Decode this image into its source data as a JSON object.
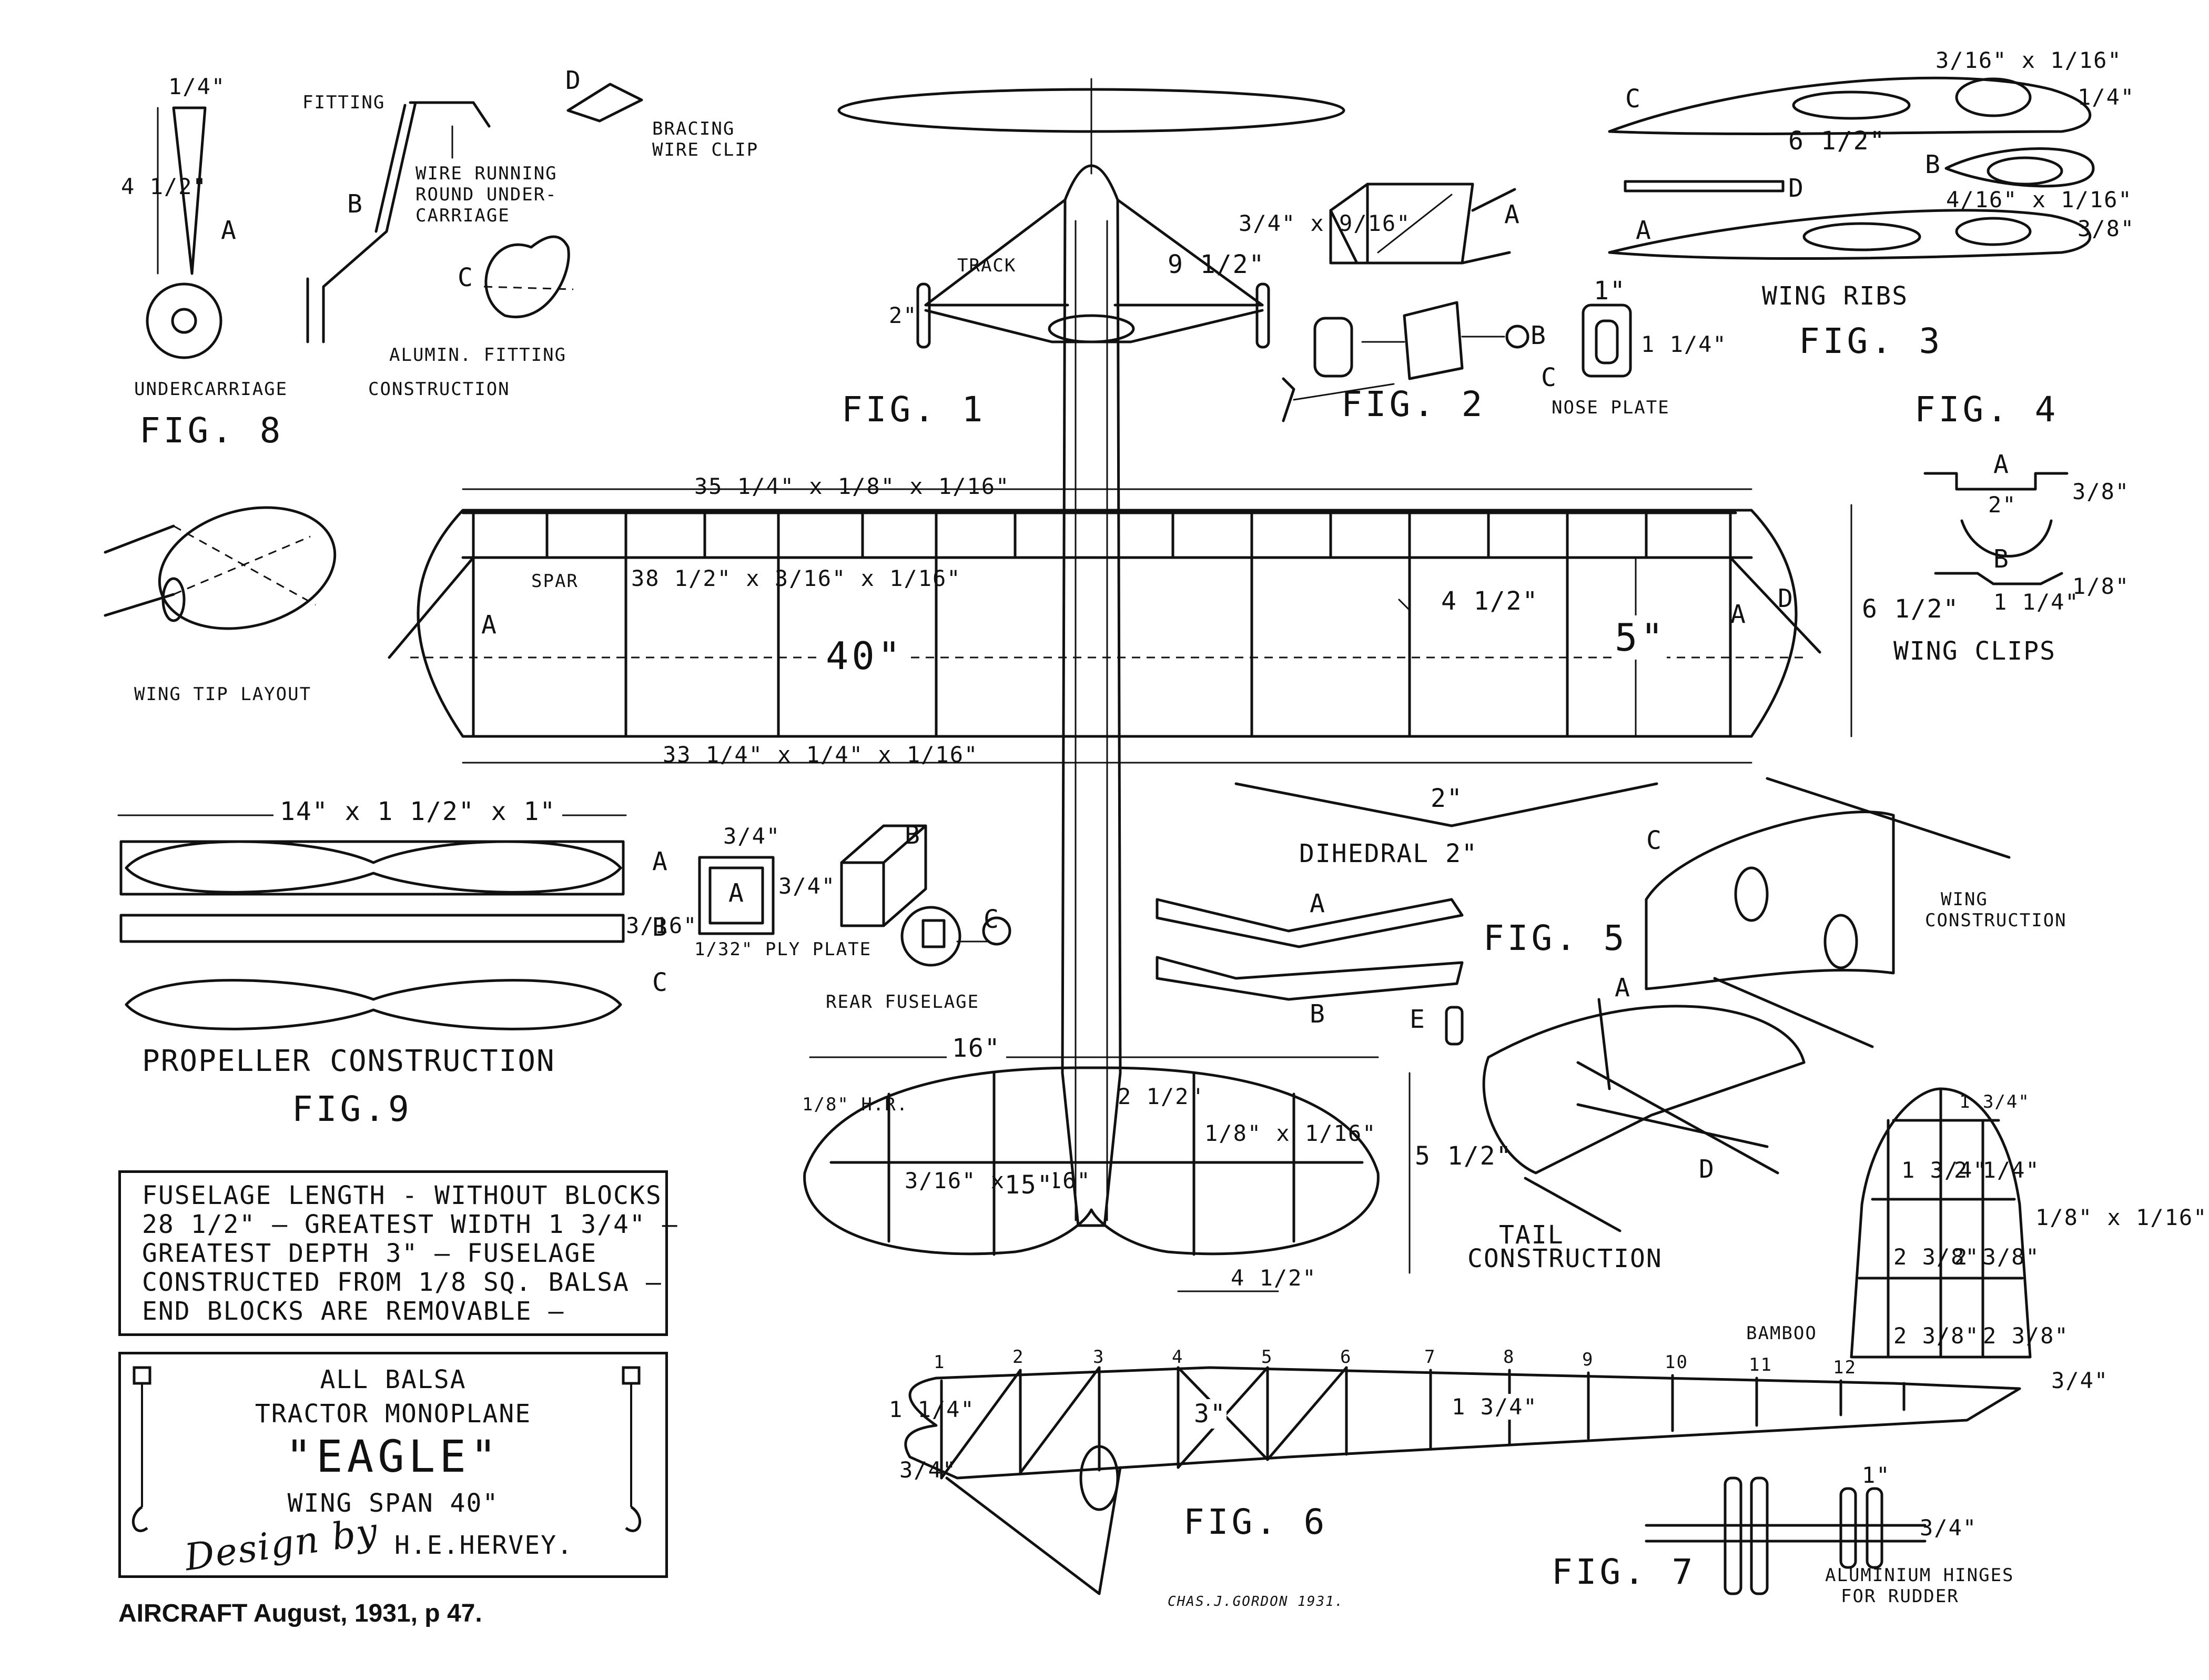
{
  "figures": {
    "fig1": "FIG. 1",
    "fig2": "FIG. 2",
    "fig3": "FIG. 3",
    "fig4": "FIG. 4",
    "fig5": "FIG. 5",
    "fig6": "FIG. 6",
    "fig7": "FIG. 7",
    "fig8": "FIG. 8",
    "fig9": "FIG.9"
  },
  "undercarriage": {
    "caption": "UNDERCARRIAGE",
    "construction": "CONSTRUCTION",
    "fitting": "FITTING",
    "wire_note_1": "WIRE RUNNING",
    "wire_note_2": "ROUND UNDER-",
    "wire_note_3": "CARRIAGE",
    "alum_fitting": "ALUMIN. FITTING",
    "bracing_1": "BRACING",
    "bracing_2": "WIRE CLIP",
    "dim_top": "1/4\"",
    "dim_side": "4 1/2\"",
    "label_a": "A",
    "label_b": "B",
    "label_c": "C",
    "label_d": "D"
  },
  "fig1": {
    "track": "TRACK",
    "track_dim": "9 1/2\"",
    "wheel_dim": "2\"",
    "top_dim": "35 1/4\" x 1/8\" x 1/16\"",
    "spar": "SPAR",
    "spar_dim": "38 1/2\" x 3/16\" x 1/16\"",
    "span": "40\"",
    "bottom_dim": "33 1/4\" x 1/4\" x 1/16\"",
    "chord_dim": "4 1/2\"",
    "chord": "5\"",
    "width_dim": "6 1/2\"",
    "wing_a_left": "A",
    "wing_a_right": "A",
    "wing_d": "D",
    "tail_span": "16\"",
    "tail_le": "1/8\" H.R.",
    "tail_center": "2 1/2\"",
    "tail_spar": "1/8\" x 1/16\"",
    "tail_rib": "3/16\" x 1/16\"",
    "tail_inner": "15\"",
    "tail_chord": "5 1/2\"",
    "tail_root": "4 1/2\""
  },
  "fig2": {
    "dim": "3/4\" x 9/16\"",
    "label_a": "A",
    "label_b": "B",
    "label_c": "C",
    "nose_plate": "NOSE PLATE",
    "nose_w": "1\"",
    "nose_h": "1 1/4\""
  },
  "fig3": {
    "caption": "WING RIBS",
    "top_dim": "3/16\" x 1/16\"",
    "length": "6 1/2\"",
    "bot_dim": "4/16\" x 1/16\"",
    "label_a": "A",
    "label_b": "B",
    "label_c": "C",
    "label_d": "D",
    "thick_1": "1/4\"",
    "thick_2": "3/8\""
  },
  "fig4": {
    "caption": "WING CLIPS",
    "label_a": "A",
    "label_b": "B",
    "dim_2": "2\"",
    "dim_a": "3/8\"",
    "dim_b": "1 1/4\"",
    "dim_c": "1/8\""
  },
  "wingtip": {
    "caption": "WING TIP LAYOUT"
  },
  "fig5": {
    "dihedral": "DIHEDRAL 2\"",
    "dihedral_dim": "2\"",
    "wing_construction_1": "WING",
    "wing_construction_2": "CONSTRUCTION",
    "tail_construction_1": "TAIL",
    "tail_construction_2": "CONSTRUCTION",
    "label_a": "A",
    "label_b": "B",
    "label_c": "C",
    "label_d": "D",
    "label_e": "E"
  },
  "rear_fuselage": {
    "caption": "REAR FUSELAGE",
    "plate": "1/32\" PLY PLATE",
    "dim_w": "3/4\"",
    "dim_h": "3/4\"",
    "label_a": "A",
    "label_b": "B",
    "label_c": "C"
  },
  "fig9": {
    "dim": "14\" x 1 1/2\" x 1\"",
    "caption": "PROPELLER CONSTRUCTION",
    "thick": "3/16\"",
    "label_a": "A",
    "label_b": "B",
    "label_c": "C"
  },
  "fig6": {
    "stations": [
      "1",
      "2",
      "3",
      "4",
      "5",
      "6",
      "7",
      "8",
      "9",
      "10",
      "11",
      "12"
    ],
    "nose_dim": "1 1/4\"",
    "depth": "3\"",
    "mid": "1 3/4\"",
    "tail_end": "3/4\"",
    "low_dim": "3/4\"",
    "signature": "CHAS.J.GORDON 1931."
  },
  "fig7": {
    "caption": "ALUMINIUM HINGES",
    "caption2": "FOR RUDDER",
    "bamboo": "BAMBOO",
    "cells": [
      "1 3/4\"",
      "1 3/4\"",
      "2 1/4\"",
      "2 3/8\"",
      "2 3/8\"",
      "2 3/8\"",
      "2 3/8\""
    ],
    "top": "1 3/4\"",
    "spar": "1/8\" x 1/16\"",
    "hinge_w": "1\"",
    "hinge_h": "3/4\""
  },
  "notes": [
    "FUSELAGE LENGTH - WITHOUT BLOCKS",
    "28 1/2\" — GREATEST WIDTH 1 3/4\" —",
    "GREATEST DEPTH 3\" — FUSELAGE",
    "CONSTRUCTED FROM 1/8 SQ. BALSA —",
    "END BLOCKS ARE REMOVABLE —"
  ],
  "title_block": {
    "line1": "ALL BALSA",
    "line2": "TRACTOR MONOPLANE",
    "name": "\"EAGLE\"",
    "span": "WING SPAN 40\"",
    "design": "Design by",
    "designer": "H.E.HERVEY."
  },
  "source_caption": "AIRCRAFT August, 1931, p 47."
}
